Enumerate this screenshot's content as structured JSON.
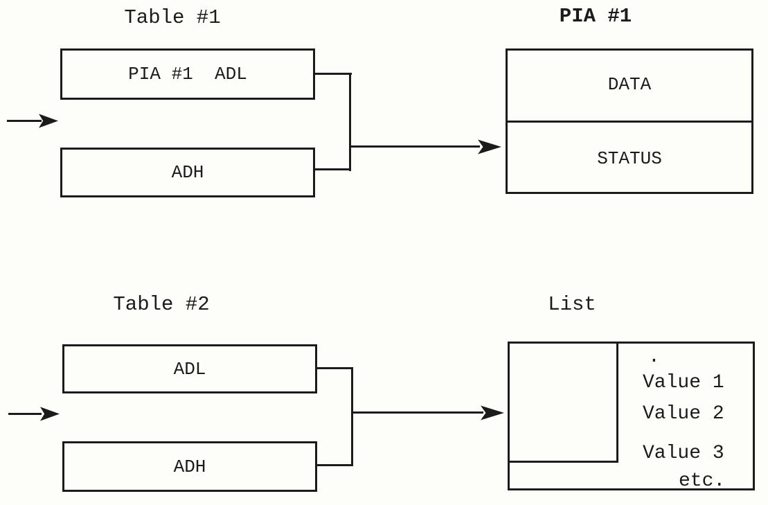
{
  "colors": {
    "paper": "#fdfdfa",
    "ink": "#1b1b1b"
  },
  "top_section": {
    "table_heading": "Table #1",
    "table_rows": [
      {
        "label": "PIA #1  ADL"
      },
      {
        "label": "ADH"
      }
    ],
    "target_heading": "PIA #1",
    "target_cells": [
      {
        "label": "DATA"
      },
      {
        "label": "STATUS"
      }
    ]
  },
  "bottom_section": {
    "table_heading": "Table #2",
    "table_rows": [
      {
        "label": "ADL"
      },
      {
        "label": "ADH"
      }
    ],
    "target_heading": "List",
    "list": {
      "continuation_dot": ".",
      "values": [
        "Value 1",
        "Value 2",
        "Value 3"
      ],
      "more_label": "etc."
    }
  }
}
